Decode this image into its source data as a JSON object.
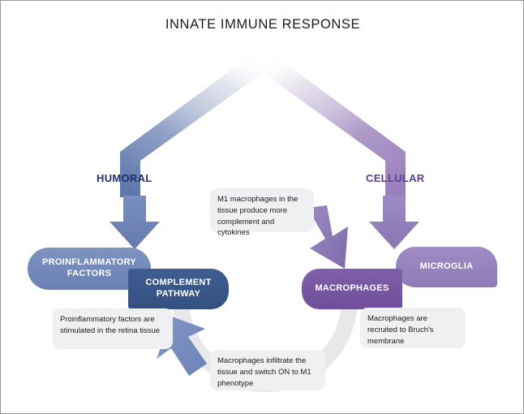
{
  "diagram": {
    "title": "INNATE IMMUNE RESPONSE",
    "branches": [
      {
        "id": "humoral",
        "label": "HUMORAL",
        "color": "#1f2f6e"
      },
      {
        "id": "cellular",
        "label": "CELLULAR",
        "color": "#5b3d96"
      }
    ],
    "boxes": [
      {
        "id": "proinflammatory",
        "label": "PROINFLAMMATORY FACTORS",
        "color": "#6a80b4"
      },
      {
        "id": "complement",
        "label": "COMPLEMENT PATHWAY",
        "color": "#33507f"
      },
      {
        "id": "macrophages",
        "label": "MACROPHAGES",
        "color": "#6f4f9b"
      },
      {
        "id": "microglia",
        "label": "MICROGLIA",
        "color": "#8f7bb8"
      }
    ],
    "notes": [
      {
        "id": "m1",
        "text": "M1 macrophages in the tissue produce more complement and cytokines"
      },
      {
        "id": "proinf",
        "text": "Proinflammatory factors are stimulated in the retina tissue"
      },
      {
        "id": "infiltrate",
        "text": "Macrophages infiltrate the tissue and switch ON to M1 phenotype"
      },
      {
        "id": "bruch",
        "text": "Macrophages are recruited to Bruch's membrane"
      }
    ],
    "palette": {
      "background": "#ffffff",
      "frame_border": "#9a9a9a",
      "note_background": "#eef0f2",
      "cycle_arc": "#e7e8ea",
      "arrow_blue": "#6f86b8",
      "arrow_purple": "#9180bf"
    }
  }
}
